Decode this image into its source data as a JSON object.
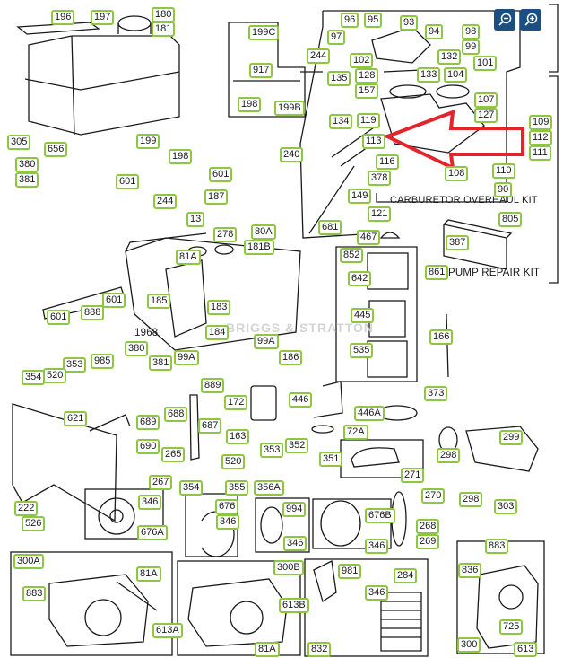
{
  "diagram": {
    "title": "Engine parts diagram",
    "watermark": "BRIGGS & STRATTON",
    "kit_labels": {
      "carburetor_overhaul_kit": "CARBURETOR OVERHAUL KIT",
      "pump_repair_kit": "PUMP REPAIR KIT"
    },
    "highlight": {
      "target_part": "113",
      "color": "#e3242b"
    },
    "label_color": "#8dc63f"
  },
  "controls": {
    "zoom_out_icon": "zoom-out-icon",
    "zoom_in_icon": "zoom-in-icon",
    "button_color": "#1b4f82"
  },
  "parts": [
    {
      "id": "196"
    },
    {
      "id": "197"
    },
    {
      "id": "180"
    },
    {
      "id": "181"
    },
    {
      "id": "199C"
    },
    {
      "id": "917"
    },
    {
      "id": "198"
    },
    {
      "id": "199B"
    },
    {
      "id": "305"
    },
    {
      "id": "656"
    },
    {
      "id": "199"
    },
    {
      "id": "198"
    },
    {
      "id": "380"
    },
    {
      "id": "381"
    },
    {
      "id": "601"
    },
    {
      "id": "601"
    },
    {
      "id": "244"
    },
    {
      "id": "187"
    },
    {
      "id": "240"
    },
    {
      "id": "96"
    },
    {
      "id": "95"
    },
    {
      "id": "93"
    },
    {
      "id": "94"
    },
    {
      "id": "98"
    },
    {
      "id": "99"
    },
    {
      "id": "97"
    },
    {
      "id": "244"
    },
    {
      "id": "102"
    },
    {
      "id": "132"
    },
    {
      "id": "101"
    },
    {
      "id": "135"
    },
    {
      "id": "128"
    },
    {
      "id": "157"
    },
    {
      "id": "133"
    },
    {
      "id": "104"
    },
    {
      "id": "107"
    },
    {
      "id": "127"
    },
    {
      "id": "134"
    },
    {
      "id": "119"
    },
    {
      "id": "113"
    },
    {
      "id": "109"
    },
    {
      "id": "112"
    },
    {
      "id": "111"
    },
    {
      "id": "110"
    },
    {
      "id": "108"
    },
    {
      "id": "116"
    },
    {
      "id": "378"
    },
    {
      "id": "149"
    },
    {
      "id": "121"
    },
    {
      "id": "90"
    },
    {
      "id": "681"
    },
    {
      "id": "805"
    },
    {
      "id": "13"
    },
    {
      "id": "278"
    },
    {
      "id": "80A"
    },
    {
      "id": "181B"
    },
    {
      "id": "81A"
    },
    {
      "id": "467"
    },
    {
      "id": "387"
    },
    {
      "id": "852"
    },
    {
      "id": "861"
    },
    {
      "id": "642"
    },
    {
      "id": "601"
    },
    {
      "id": "888"
    },
    {
      "id": "601"
    },
    {
      "id": "185"
    },
    {
      "id": "183"
    },
    {
      "id": "1968"
    },
    {
      "id": "184"
    },
    {
      "id": "445"
    },
    {
      "id": "166"
    },
    {
      "id": "535"
    },
    {
      "id": "380"
    },
    {
      "id": "99A"
    },
    {
      "id": "186"
    },
    {
      "id": "985"
    },
    {
      "id": "353"
    },
    {
      "id": "381"
    },
    {
      "id": "99A"
    },
    {
      "id": "354"
    },
    {
      "id": "520"
    },
    {
      "id": "889"
    },
    {
      "id": "373"
    },
    {
      "id": "172"
    },
    {
      "id": "446"
    },
    {
      "id": "621"
    },
    {
      "id": "688"
    },
    {
      "id": "689"
    },
    {
      "id": "687"
    },
    {
      "id": "446A"
    },
    {
      "id": "690"
    },
    {
      "id": "163"
    },
    {
      "id": "72A"
    },
    {
      "id": "299"
    },
    {
      "id": "265"
    },
    {
      "id": "353"
    },
    {
      "id": "352"
    },
    {
      "id": "298"
    },
    {
      "id": "520"
    },
    {
      "id": "351"
    },
    {
      "id": "271"
    },
    {
      "id": "267"
    },
    {
      "id": "354"
    },
    {
      "id": "355"
    },
    {
      "id": "356A"
    },
    {
      "id": "270"
    },
    {
      "id": "346"
    },
    {
      "id": "676"
    },
    {
      "id": "298"
    },
    {
      "id": "303"
    },
    {
      "id": "222"
    },
    {
      "id": "994"
    },
    {
      "id": "676B"
    },
    {
      "id": "526"
    },
    {
      "id": "346"
    },
    {
      "id": "268"
    },
    {
      "id": "676A"
    },
    {
      "id": "346"
    },
    {
      "id": "346"
    },
    {
      "id": "269"
    },
    {
      "id": "883"
    },
    {
      "id": "300A"
    },
    {
      "id": "81A"
    },
    {
      "id": "300B"
    },
    {
      "id": "981"
    },
    {
      "id": "284"
    },
    {
      "id": "836"
    },
    {
      "id": "883"
    },
    {
      "id": "346"
    },
    {
      "id": "613A"
    },
    {
      "id": "613B"
    },
    {
      "id": "725"
    },
    {
      "id": "81A"
    },
    {
      "id": "832"
    },
    {
      "id": "300"
    },
    {
      "id": "613"
    }
  ]
}
